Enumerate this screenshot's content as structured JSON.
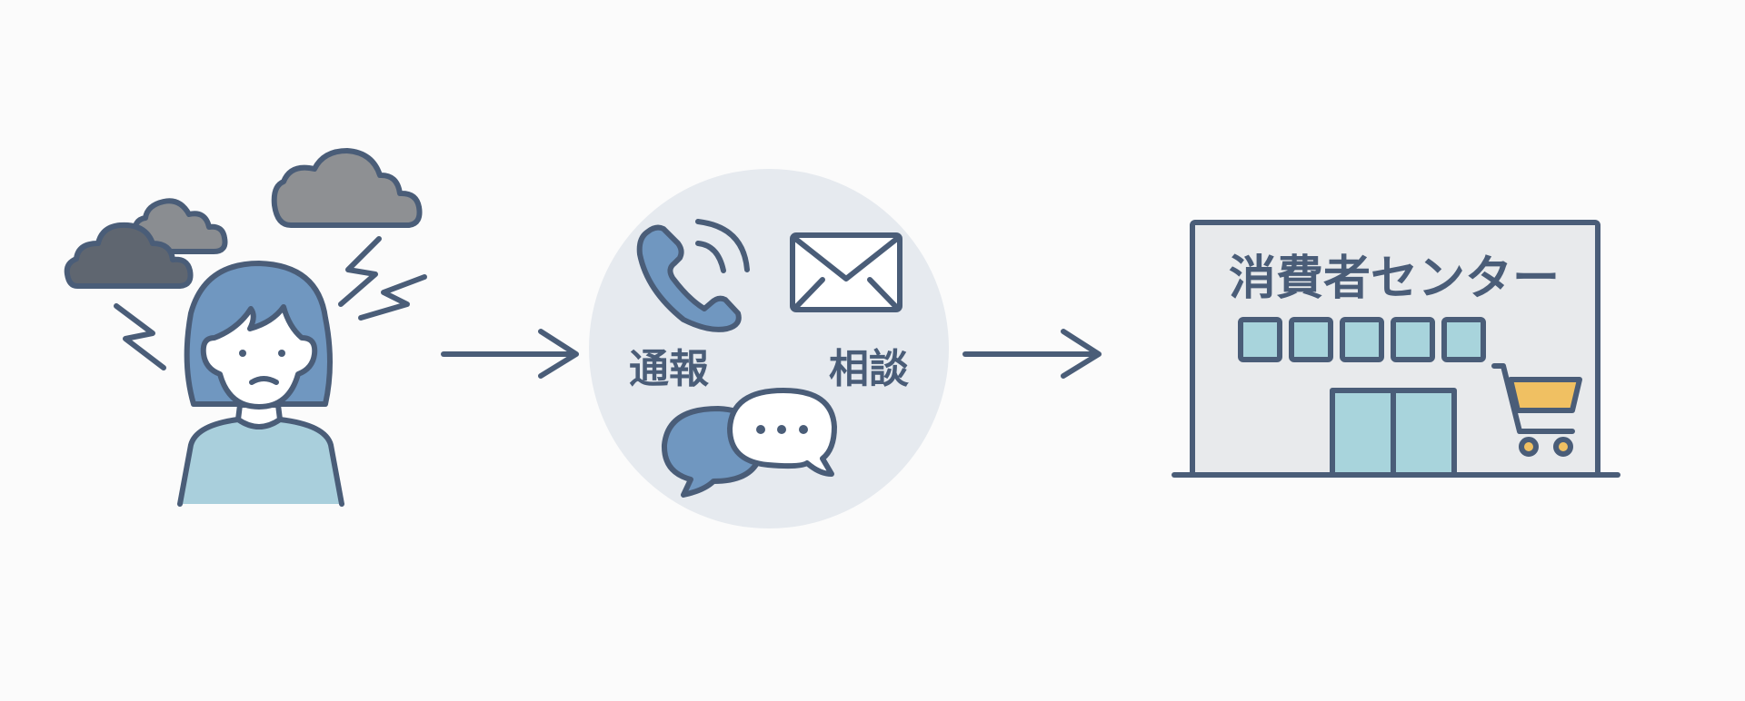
{
  "channel_circle": {
    "report_label": "通報",
    "consult_label": "相談"
  },
  "consumer_center": {
    "sign": "消費者センター"
  },
  "colors": {
    "stroke": "#4a5d78",
    "hair": "#7097c0",
    "shirt": "#a9cfdc",
    "circle_bg": "#e6eaef",
    "building_bg": "#e8eaec",
    "window": "#a8d4dc",
    "cart": "#f0c062"
  }
}
